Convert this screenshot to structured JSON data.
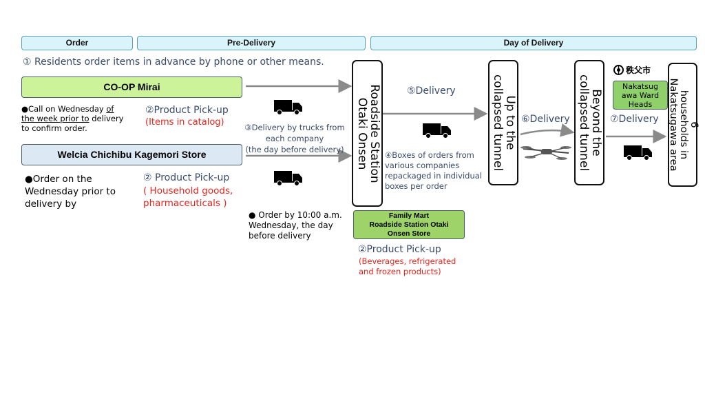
{
  "phases": {
    "order": "Order",
    "pre_delivery": "Pre-Delivery",
    "day_of_delivery": "Day of Delivery"
  },
  "intro": "① Residents order items in advance by phone or other means.",
  "coop": {
    "name": "CO-OP Mirai",
    "note_line1_a": "●Call on Wednesday ",
    "note_line1_b": "of",
    "note_line2_a": "the week prior to",
    "note_line2_b": " delivery",
    "note_line3": "to confirm order.",
    "pickup": "②Product Pick-up",
    "pickup_items": "(Items in catalog)"
  },
  "welcia": {
    "name": "Welcia Chichibu Kagemori Store",
    "note_line1": "●Order on the",
    "note_line2": "Wednesday prior to",
    "note_line3": "delivery by",
    "pickup": "② Product Pick-up",
    "pickup_items_line1": "( Household goods,",
    "pickup_items_line2": "pharmaceuticals )",
    "order_deadline_line1": "● Order by 10:00 a.m.",
    "order_deadline_line2": "Wednesday, the day",
    "order_deadline_line3": "before delivery"
  },
  "truck_delivery": {
    "line1": "③Delivery by trucks from",
    "line2": "each company",
    "line3": "(the day before delivery)"
  },
  "roadside_station": {
    "line1": "Roadside Station",
    "line2": "Otaki Onsen"
  },
  "repack_note": {
    "line1": "④Boxes of orders from",
    "line2": "various companies",
    "line3": "repackaged in individual",
    "line4": "boxes per order"
  },
  "family_mart": {
    "line1": "Family Mart",
    "line2": "Roadside Station Otaki",
    "line3": "Onsen Store",
    "pickup": "②Product Pick-up",
    "items_line1": "(Beverages, refrigerated",
    "items_line2": "and frozen products)"
  },
  "delivery5": "⑤Delivery",
  "tunnel_up": {
    "line1": "Up to the",
    "line2": "collapsed tunnel"
  },
  "delivery6": "⑥Delivery",
  "tunnel_beyond": {
    "line1": "Beyond the",
    "line2": "collapsed tunnel"
  },
  "city_logo": "秩父市",
  "ward_heads": {
    "line1": "Nakatsug",
    "line2": "awa Ward",
    "line3": "Heads"
  },
  "delivery7": "⑦Delivery",
  "households": {
    "line1": "6",
    "line2": "households in",
    "line3": "Nakatsugawa area"
  },
  "colors": {
    "phase_fill": "#d9f5fb",
    "coop_fill": "#ccf29a",
    "welcia_fill": "#dde8f5",
    "familymart_fill": "#9ed36a",
    "ward_fill": "#8fd06a",
    "red_text": "#e8241c",
    "blue_text": "#3a4a6a"
  }
}
